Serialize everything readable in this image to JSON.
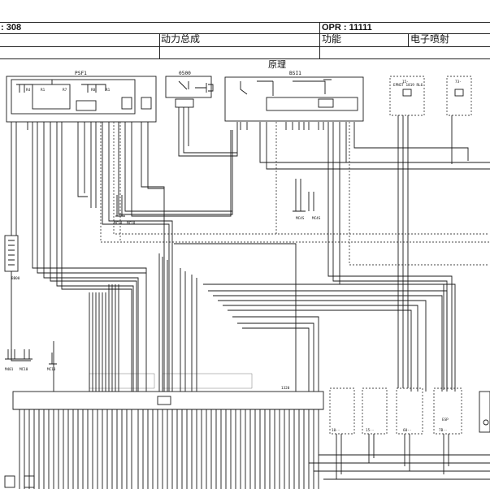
{
  "header": {
    "vehicle": ": 308",
    "opr": "OPR : 11111",
    "domain": "动力总成",
    "function_label": "功能",
    "function_value": "电子喷射",
    "section_title": "原理"
  },
  "components": {
    "psf1": "PSF1",
    "c1": "0500",
    "bsi": "BSI1",
    "c15": "15-",
    "c15_sub": "EPNIT 1819 RL6",
    "c73": "73-",
    "ground1": "MC10",
    "ground2": "MC10",
    "ground3": "MC4S",
    "ground4": "MC4S",
    "fuse_block": "BB00",
    "ground5": "M401",
    "ground6": "MC10",
    "ground7": "MC10",
    "ecu": "1320",
    "b1": "10--",
    "b2": "15--",
    "b3": "60--",
    "b4": "7B--",
    "esp": "ESP"
  },
  "colors": {
    "line": "#1a1a1a",
    "dashed": "#444444",
    "background": "#ffffff"
  },
  "icons": [
    "relay-icon",
    "switch-icon",
    "ground-icon",
    "fan-icon",
    "fuse-icon",
    "connector-icon"
  ]
}
